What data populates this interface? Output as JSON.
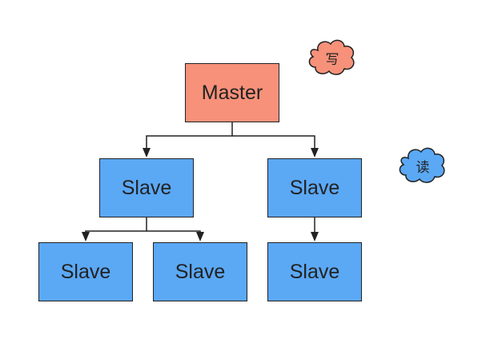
{
  "colors": {
    "master_fill": "#F7917A",
    "slave_fill": "#5BA8F5",
    "write_cloud_fill": "#F7917A",
    "read_cloud_fill": "#5BA8F5",
    "stroke": "#222222"
  },
  "nodes": {
    "master": {
      "label": "Master"
    },
    "slave1": {
      "label": "Slave"
    },
    "slave2": {
      "label": "Slave"
    },
    "slave3": {
      "label": "Slave"
    },
    "slave4": {
      "label": "Slave"
    },
    "slave5": {
      "label": "Slave"
    }
  },
  "annotations": {
    "write": {
      "label": "写"
    },
    "read": {
      "label": "读"
    }
  },
  "edges": [
    {
      "from": "master",
      "to": "slave1"
    },
    {
      "from": "master",
      "to": "slave2"
    },
    {
      "from": "slave1",
      "to": "slave3"
    },
    {
      "from": "slave1",
      "to": "slave4"
    },
    {
      "from": "slave2",
      "to": "slave5"
    }
  ]
}
